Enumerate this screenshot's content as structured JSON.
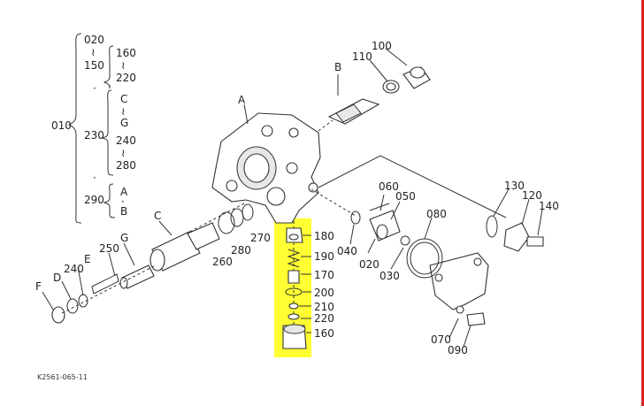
{
  "labels": {
    "l020": "020",
    "l150": "150",
    "l160": "160",
    "l220": "220",
    "l010": "010",
    "l230": "230",
    "lC": "C",
    "lG": "G",
    "l240": "240",
    "l280": "280",
    "l290": "290",
    "lA": "A",
    "lB": "B",
    "tilde": "≀",
    "l100": "100",
    "l110": "110",
    "l120": "120",
    "l130": "130",
    "l140": "140",
    "l050": "050",
    "l060": "060",
    "l080": "080",
    "l040": "040",
    "l030": "030",
    "l070": "070",
    "l090": "090",
    "l260": "260",
    "l270": "270",
    "l170": "170",
    "l180": "180",
    "l190": "190",
    "l200": "200",
    "l210": "210",
    "l250": "250",
    "lD": "D",
    "lE": "E",
    "lF": "F"
  },
  "figure_code": "K2561-065-11",
  "colors": {
    "highlight": "#ffff33",
    "border": "#dd2222",
    "ink": "#222222"
  }
}
